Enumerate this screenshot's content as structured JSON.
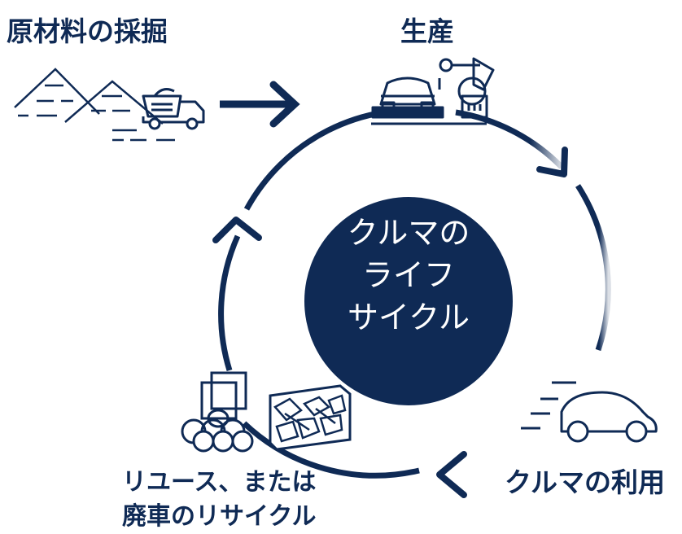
{
  "diagram": {
    "center_label": [
      "クルマの",
      "ライフ",
      "サイクル"
    ],
    "stages": {
      "mining": "原材料の採掘",
      "production": "生産",
      "use": "クルマの利用",
      "recycle": [
        "リユース、または",
        "廃車のリサイクル"
      ]
    },
    "icons": [
      "mountains-icon",
      "dump-truck-icon",
      "factory-robot-arm-icon",
      "car-icon",
      "metal-rolls-icon",
      "scrap-metal-block-icon"
    ],
    "colors": {
      "navy": "#0f2a55",
      "white": "#ffffff"
    }
  }
}
